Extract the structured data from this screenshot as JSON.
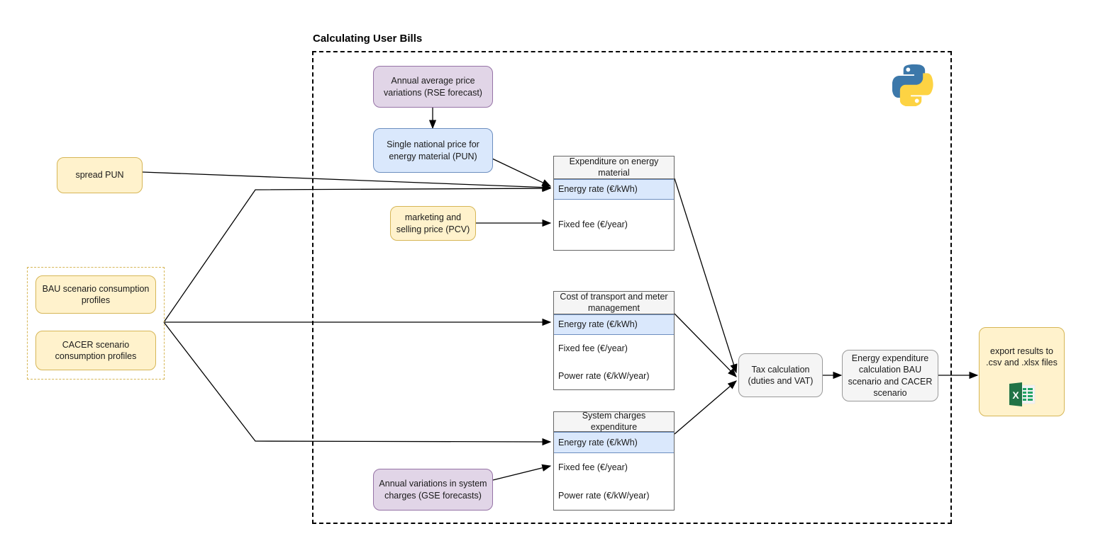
{
  "diagram": {
    "title": "Calculating User Bills",
    "type": "flowchart",
    "icons": {
      "python": "python-logo-icon",
      "excel": "excel-file-icon"
    },
    "colors": {
      "yellow_fill": "#fff2cc",
      "yellow_border": "#d6b656",
      "purple_fill": "#e1d5e7",
      "purple_border": "#9673a6",
      "blue_fill": "#dae8fc",
      "blue_border": "#6c8ebf",
      "grey_fill": "#f5f5f5",
      "grey_border": "#999999",
      "table_header_fill": "#f5f5f5",
      "edge_color": "#000000"
    }
  },
  "nodes": {
    "spread_pun": "spread PUN",
    "bau_profiles": "BAU scenario consumption profiles",
    "cacer_profiles": "CACER scenario consumption profiles",
    "rse_forecast": "Annual average price variations (RSE forecast)",
    "pun": "Single national price for energy material (PUN)",
    "pcv": "marketing and selling price (PCV)",
    "gse_forecast": "Annual variations in system charges (GSE forecasts)",
    "tax_calculation": "Tax calculation (duties and VAT)",
    "energy_expenditure": "Energy expenditure calculation BAU scenario and CACER scenario",
    "export_results": "export results to .csv and .xlsx files"
  },
  "tables": [
    {
      "id": "expenditure-energy-material",
      "header": "Expenditure on energy material",
      "rows": [
        {
          "label": "Energy rate (€/kWh)",
          "highlighted": true
        },
        {
          "label": "Fixed fee (€/year)",
          "highlighted": false
        }
      ]
    },
    {
      "id": "cost-transport-meter",
      "header": "Cost of transport and meter management",
      "rows": [
        {
          "label": "Energy rate (€/kWh)",
          "highlighted": true
        },
        {
          "label": "Fixed fee (€/year)",
          "highlighted": false
        },
        {
          "label": "Power rate (€/kW/year)",
          "highlighted": false
        }
      ]
    },
    {
      "id": "system-charges-expenditure",
      "header": "System charges expenditure",
      "rows": [
        {
          "label": "Energy rate (€/kWh)",
          "highlighted": true
        },
        {
          "label": "Fixed fee (€/year)",
          "highlighted": false
        },
        {
          "label": "Power rate (€/kW/year)",
          "highlighted": false
        }
      ]
    }
  ]
}
